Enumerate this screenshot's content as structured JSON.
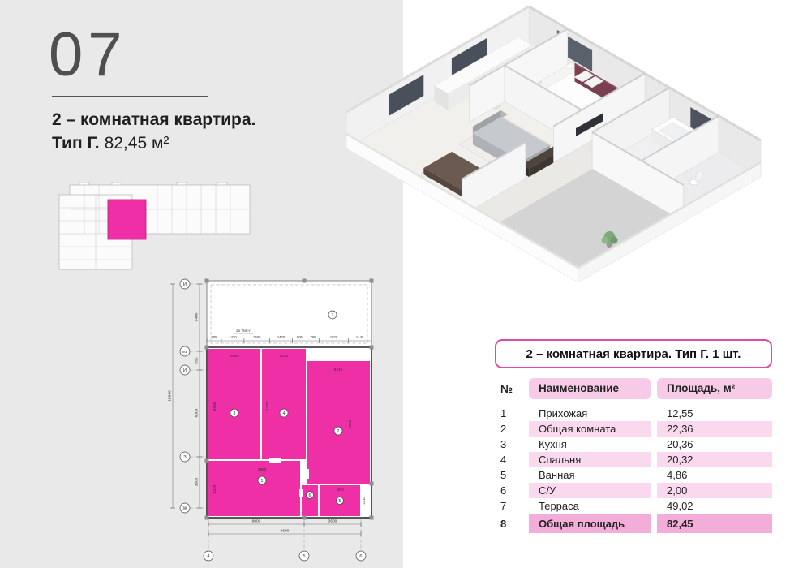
{
  "page": {
    "number": "07",
    "title": "2 – комнатная квартира.",
    "type_label": "Тип Г.",
    "area_label": "82,45 м²"
  },
  "colors": {
    "accent": "#ee2fa5",
    "panel": "#e9e9e9",
    "table_border": "#e8479f",
    "table_pill": "#f7cbe7",
    "table_stripe": "#fad9ee",
    "table_total": "#f2add9"
  },
  "table": {
    "header": "2 – комнатная квартира. Тип Г. 1 шт.",
    "columns": {
      "num": "№",
      "name": "Наименование",
      "area": "Площадь, м²"
    },
    "rows": [
      {
        "num": "1",
        "name": "Прихожая",
        "area": "12,55"
      },
      {
        "num": "2",
        "name": "Общая комната",
        "area": "22,36"
      },
      {
        "num": "3",
        "name": "Кухня",
        "area": "20,36"
      },
      {
        "num": "4",
        "name": "Спальня",
        "area": "20,32"
      },
      {
        "num": "5",
        "name": "Ванная",
        "area": "4,86"
      },
      {
        "num": "6",
        "name": "С/У",
        "area": "2,00"
      },
      {
        "num": "7",
        "name": "Терраса",
        "area": "49,02"
      },
      {
        "num": "8",
        "name": "Общая площадь",
        "area": "82,45"
      }
    ]
  },
  "floorplan": {
    "type_label": "2x Тип-г",
    "axes_left": [
      "Й",
      "И1",
      "И",
      "З",
      "Ж"
    ],
    "axes_bottom": [
      "4",
      "5",
      "6"
    ],
    "dims_top": [
      "905",
      "1420",
      "1600",
      "1420",
      "905",
      "765",
      "1820",
      "1440"
    ],
    "dim_left_total": "15600",
    "dims_left": [
      "5400",
      "650",
      "6000",
      "3600"
    ],
    "dims_bottom": [
      "6000",
      "3600"
    ],
    "dim_bottom_total": "9600",
    "rooms": {
      "r1": {
        "label": "1",
        "w": "3880",
        "h": "3220"
      },
      "r2": {
        "label": "2",
        "w": "3210",
        "h": "6960"
      },
      "r3": {
        "label": "3",
        "w": "2900",
        "h": "6960"
      },
      "r4": {
        "label": "4",
        "w": "2870",
        "h": "7220"
      },
      "r5": {
        "label": "5",
        "w": "1870",
        "h": "2310"
      },
      "r6": {
        "label": "6"
      },
      "r7": {
        "label": "7"
      }
    }
  }
}
